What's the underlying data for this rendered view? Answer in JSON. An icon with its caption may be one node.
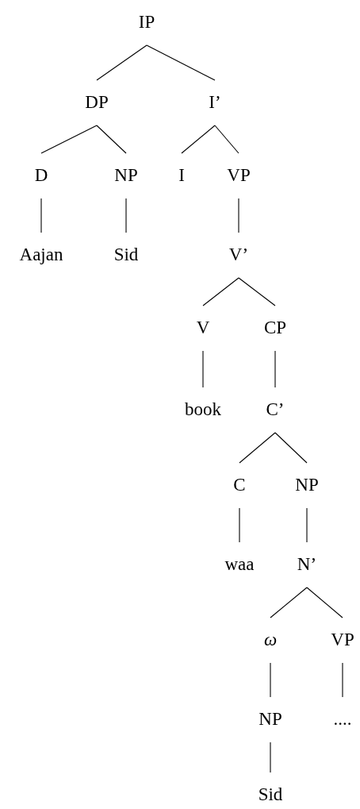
{
  "diagram": {
    "nodes": [
      {
        "text": [
          "IP"
        ]
      },
      {
        "text": [
          "DP"
        ]
      },
      {
        "text": [
          "I’"
        ]
      },
      {
        "text": [
          "D"
        ]
      },
      {
        "text": [
          "NP"
        ]
      },
      {
        "text": [
          "I"
        ]
      },
      {
        "text": [
          "VP"
        ]
      },
      {
        "text": [
          "Aajan"
        ]
      },
      {
        "text": [
          "Sid"
        ]
      },
      {
        "text": [
          "V’"
        ]
      },
      {
        "text": [
          "V"
        ]
      },
      {
        "text": [
          "CP"
        ]
      },
      {
        "text": [
          "book"
        ]
      },
      {
        "text": [
          "C’"
        ]
      },
      {
        "text": [
          "C"
        ]
      },
      {
        "text": [
          "NP"
        ]
      },
      {
        "text": [
          "waa"
        ]
      },
      {
        "text": [
          "N’"
        ]
      },
      {
        "text": [
          "ω"
        ]
      },
      {
        "text": [
          "VP"
        ]
      },
      {
        "text": [
          "NP"
        ]
      },
      {
        "text": [
          "...."
        ]
      },
      {
        "text": [
          "Sid"
        ]
      }
    ],
    "edges": [
      {
        "from": 0,
        "to": 1,
        "arrow": "none"
      },
      {
        "from": 0,
        "to": 2,
        "arrow": "none"
      },
      {
        "from": 1,
        "to": 3,
        "arrow": "none"
      },
      {
        "from": 1,
        "to": 4,
        "arrow": "none"
      },
      {
        "from": 2,
        "to": 5,
        "arrow": "none"
      },
      {
        "from": 2,
        "to": 6,
        "arrow": "none"
      },
      {
        "from": 3,
        "to": 7,
        "arrow": "none"
      },
      {
        "from": 4,
        "to": 8,
        "arrow": "none"
      },
      {
        "from": 6,
        "to": 9,
        "arrow": "none"
      },
      {
        "from": 9,
        "to": 10,
        "arrow": "none"
      },
      {
        "from": 9,
        "to": 11,
        "arrow": "none"
      },
      {
        "from": 10,
        "to": 12,
        "arrow": "none"
      },
      {
        "from": 11,
        "to": 13,
        "arrow": "none"
      },
      {
        "from": 13,
        "to": 14,
        "arrow": "none"
      },
      {
        "from": 13,
        "to": 15,
        "arrow": "none"
      },
      {
        "from": 14,
        "to": 16,
        "arrow": "none"
      },
      {
        "from": 15,
        "to": 17,
        "arrow": "none"
      },
      {
        "from": 17,
        "to": 18,
        "arrow": "none"
      },
      {
        "from": 17,
        "to": 19,
        "arrow": "none"
      },
      {
        "from": 18,
        "to": 20,
        "arrow": "none"
      },
      {
        "from": 19,
        "to": 21,
        "arrow": "none"
      },
      {
        "from": 20,
        "to": 22,
        "arrow": "none"
      }
    ]
  }
}
